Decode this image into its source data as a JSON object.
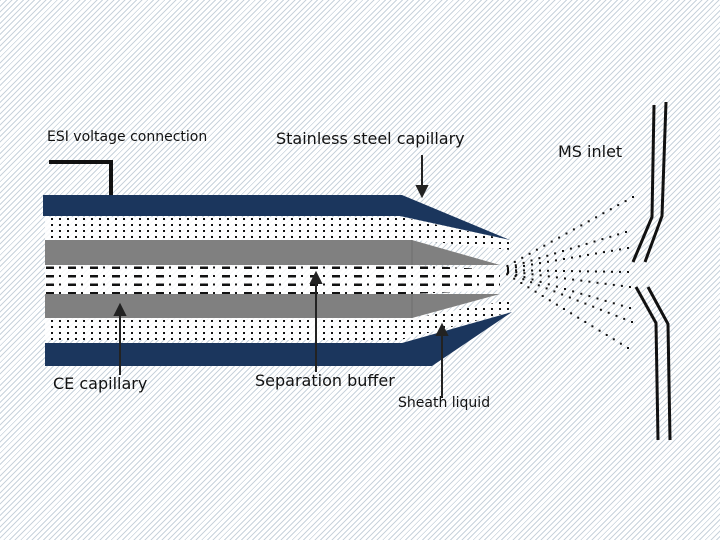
{
  "diagram": {
    "title": "CE-ESI-MS sheath liquid interface",
    "labels": {
      "esi_voltage": "ESI voltage connection",
      "stainless_steel": "Stainless steel capillary",
      "ms_inlet": "MS inlet",
      "ce_capillary": "CE capillary",
      "separation_buffer": "Separation buffer",
      "sheath_liquid": "Sheath liquid"
    },
    "colors": {
      "steel_capillary": "#1b365d",
      "ce_capillary": "#808080",
      "outline": "#111111",
      "background_stripe": "#c9d3dc"
    }
  }
}
